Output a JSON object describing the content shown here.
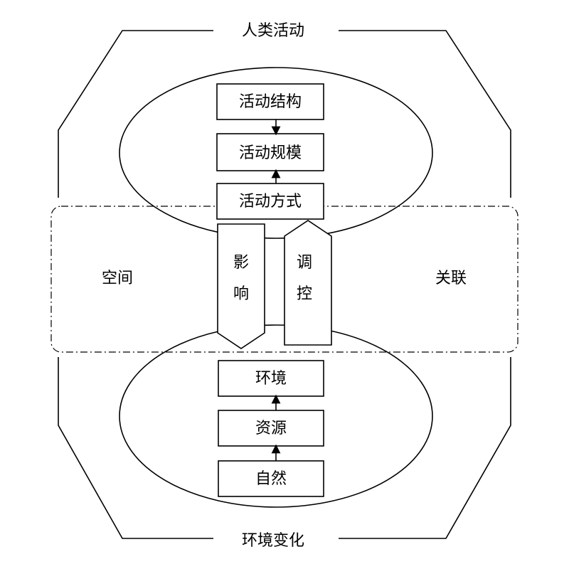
{
  "top_label": "人类活动",
  "bottom_label": "环境变化",
  "left_label": "空间",
  "right_label": "关联",
  "human_boxes": [
    "活动结构",
    "活动规模",
    "活动方式"
  ],
  "env_boxes": [
    "环境",
    "资源",
    "自然"
  ],
  "influence_arrow": [
    "影",
    "响"
  ],
  "control_arrow": [
    "调",
    "控"
  ]
}
